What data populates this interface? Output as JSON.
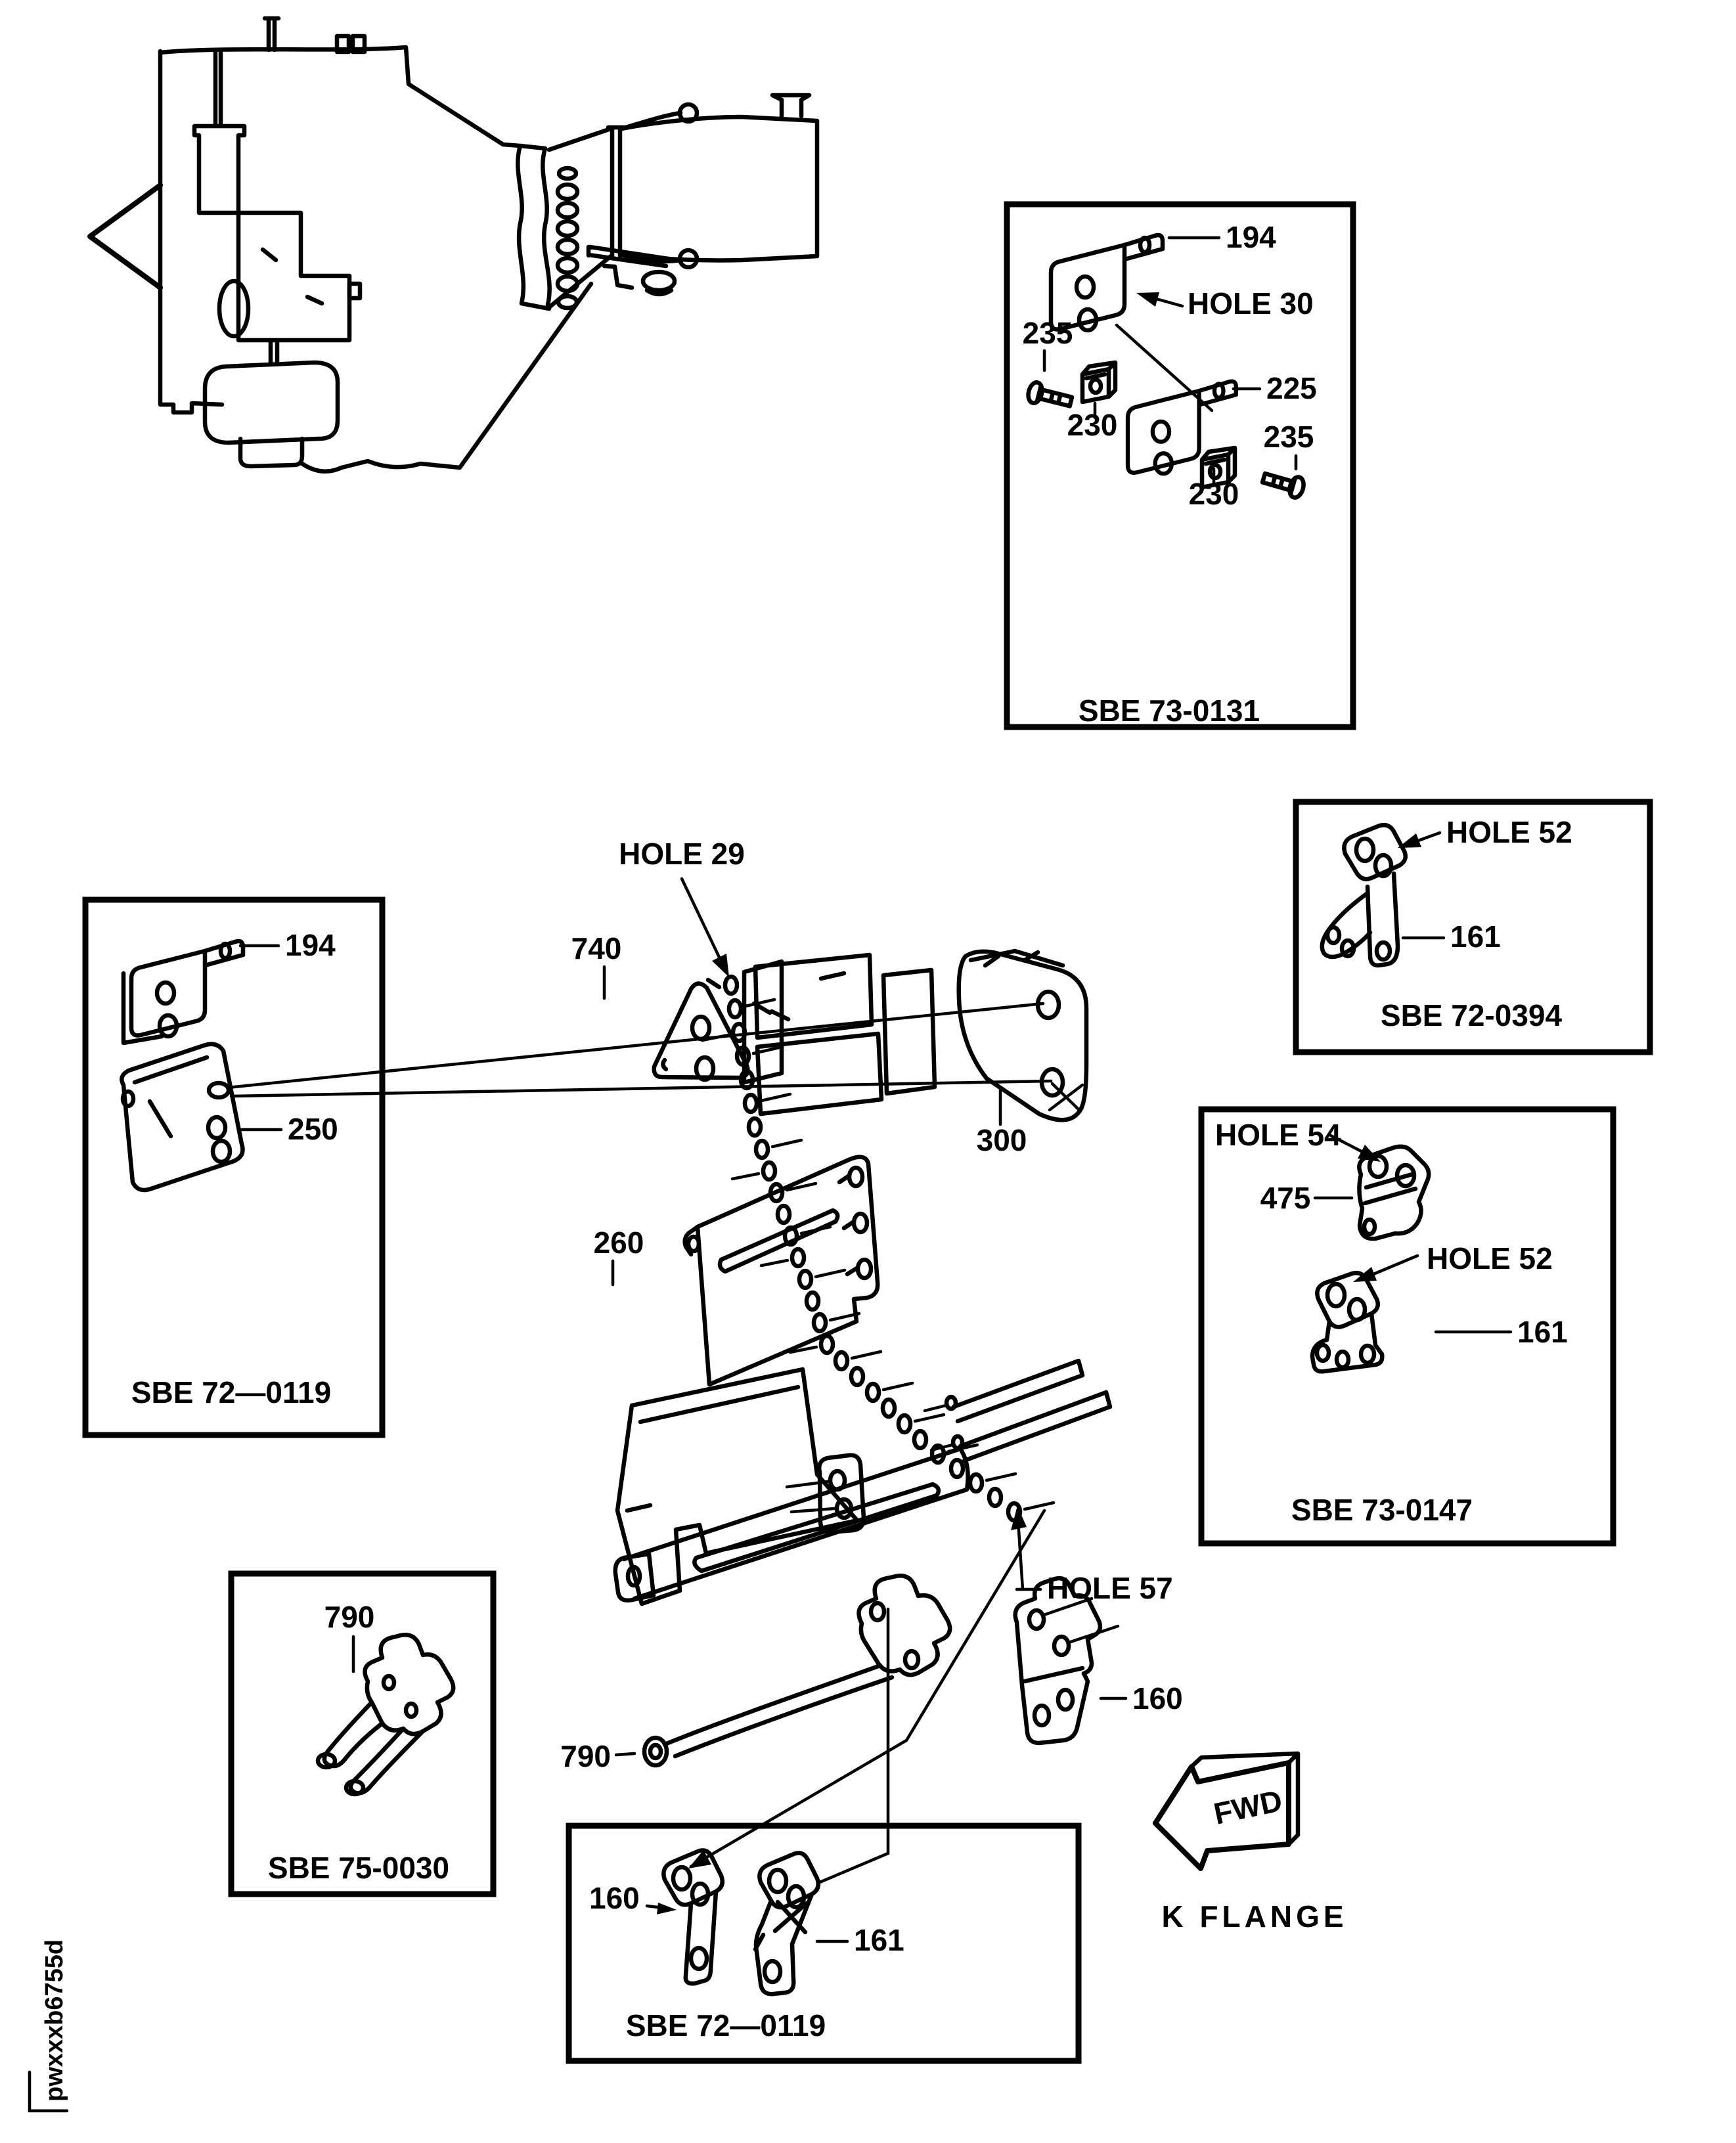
{
  "figure": {
    "drawing_code": "pwxxxb6755d",
    "fwd_label": "FWD",
    "k_flange_label": "K FLANGE"
  },
  "main_view": {
    "hole29": "HOLE 29",
    "l740": "740",
    "l300": "300",
    "l260": "260",
    "hole57": "HOLE 57",
    "l790": "790",
    "l160": "160"
  },
  "boxes": {
    "b0131": {
      "title": "SBE 73-0131",
      "l194": "194",
      "hole30": "HOLE 30",
      "l235a": "235",
      "l230a": "230",
      "l225": "225",
      "l235b": "235",
      "l230b": "230"
    },
    "b0394": {
      "title": "SBE 72-0394",
      "hole52": "HOLE 52",
      "l161": "161"
    },
    "b0147": {
      "title": "SBE 73-0147",
      "hole54": "HOLE 54",
      "l475": "475",
      "hole52": "HOLE 52",
      "l161": "161"
    },
    "b0119_left": {
      "title": "SBE 72—0119",
      "l194": "194",
      "l250": "250"
    },
    "b0030": {
      "title": "SBE 75-0030",
      "l790": "790"
    },
    "b0119_bottom": {
      "title": "SBE 72—0119",
      "l160": "160",
      "l161": "161"
    }
  }
}
